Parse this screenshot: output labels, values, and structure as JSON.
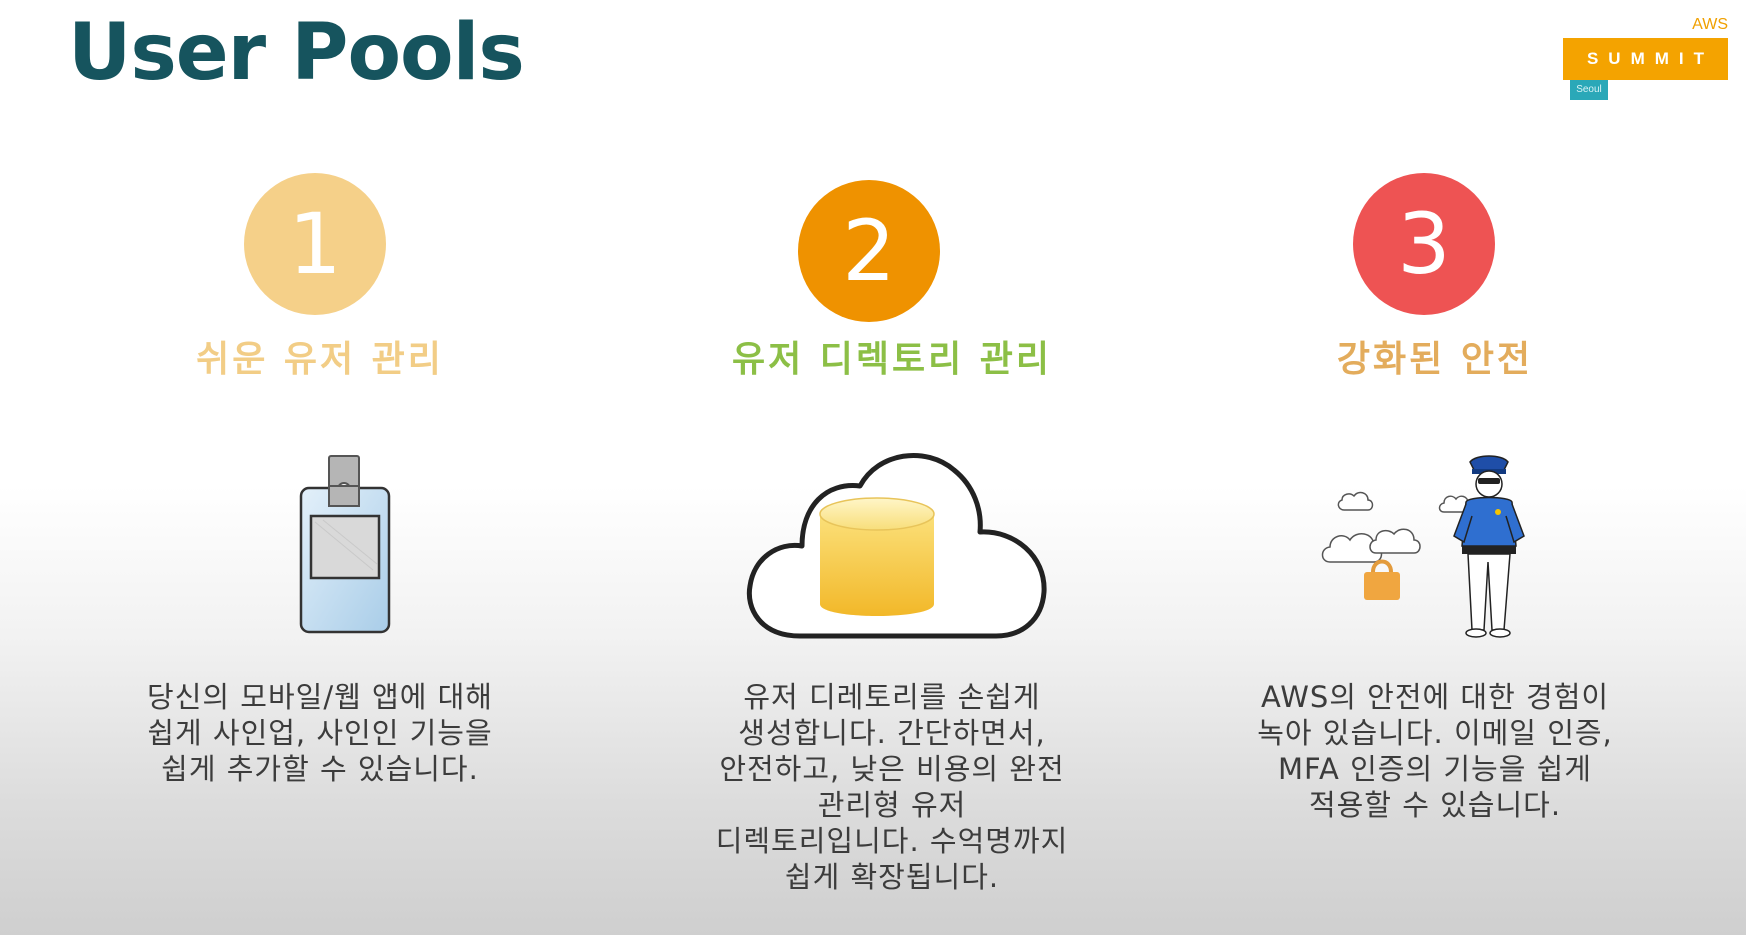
{
  "slide": {
    "title": "User Pools"
  },
  "logo": {
    "aws": "AWS",
    "summit": "SUMMIT",
    "city": "Seoul"
  },
  "features": [
    {
      "number": "1",
      "heading": "쉬운 유저 관리",
      "description": "당신의 모바일/웹 앱에 대해\n쉽게 사인업, 사인인 기능을\n쉽게 추가할 수 있습니다.",
      "illustration": "id-badge-icon",
      "circle_color": "#f5d089",
      "heading_color": "#f2cd86"
    },
    {
      "number": "2",
      "heading": "유저 디렉토리 관리",
      "description": "유저 디레토리를 손쉽게\n생성합니다. 간단하면서,\n안전하고, 낮은 비용의 완전\n관리형 유저\n디렉토리입니다. 수억명까지\n쉽게 확장됩니다.",
      "illustration": "cloud-database-icon",
      "circle_color": "#ef9200",
      "heading_color": "#8cbf46"
    },
    {
      "number": "3",
      "heading": "강화된 안전",
      "description": "AWS의 안전에 대한 경험이\n녹아 있습니다. 이메일 인증,\nMFA 인증의 기능을 쉽게\n적용할 수 있습니다.",
      "illustration": "security-guard-icon",
      "circle_color": "#ee5353",
      "heading_color": "#e3ac5c"
    }
  ]
}
